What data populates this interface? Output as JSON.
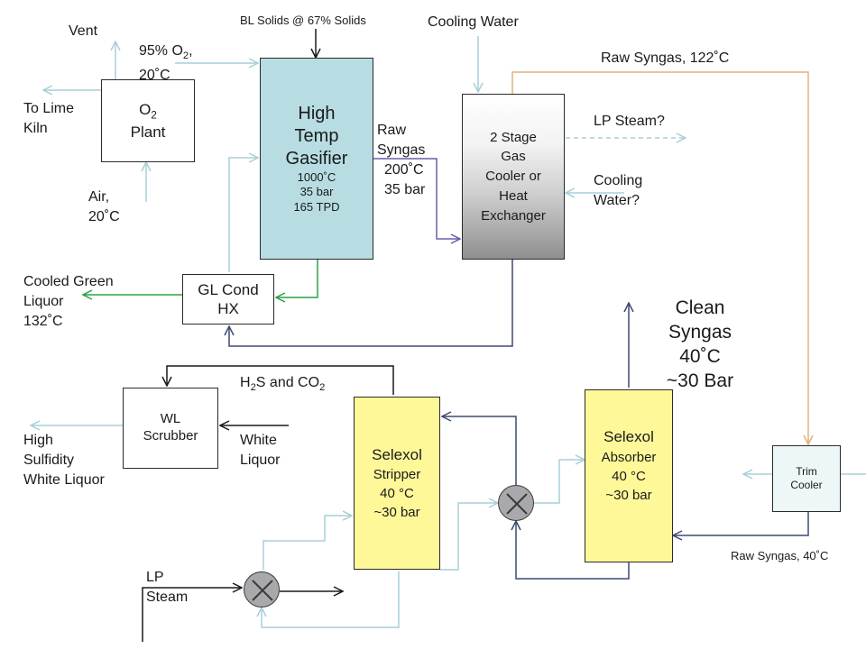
{
  "labels": {
    "vent": "Vent",
    "bl_solids": "BL Solids @ 67% Solids",
    "cooling_water_top": "Cooling Water",
    "o2_feed": [
      "95% O",
      "2",
      ",",
      "20˚C"
    ],
    "raw_syngas_122": "Raw Syngas, 122˚C",
    "to_lime_kiln": [
      "To Lime",
      "Kiln"
    ],
    "air": [
      "Air,",
      "20˚C"
    ],
    "raw_syngas_200": [
      "Raw",
      "Syngas",
      "200˚C",
      "35 bar"
    ],
    "lp_steam_q": "LP Steam?",
    "cooling_water_q": [
      "Cooling",
      "Water?"
    ],
    "cooled_green_liquor": [
      "Cooled Green",
      "Liquor",
      "132˚C"
    ],
    "clean_syngas": [
      "Clean",
      "Syngas",
      "40˚C",
      "~30 Bar"
    ],
    "h2s_co2": [
      "H",
      "2",
      "S and CO",
      "2"
    ],
    "high_sulfidity": [
      "High",
      "Sulfidity",
      "White Liquor"
    ],
    "white_liquor": [
      "White",
      "Liquor"
    ],
    "lp_steam": [
      "LP",
      "Steam"
    ],
    "raw_syngas_40": "Raw Syngas, 40˚C"
  },
  "units": {
    "o2_plant": [
      "O",
      "2",
      "Plant"
    ],
    "gasifier": {
      "name": [
        "High",
        "Temp",
        "Gasifier"
      ],
      "specs": [
        "1000˚C",
        "35 bar",
        "165 TPD"
      ]
    },
    "gas_cooler": [
      "2 Stage",
      "Gas",
      "Cooler or",
      "Heat",
      "Exchanger"
    ],
    "gl_cond": [
      "GL Cond",
      "HX"
    ],
    "wl_scrubber": [
      "WL",
      "Scrubber"
    ],
    "stripper": {
      "name": "Selexol",
      "specs": [
        "Stripper",
        "40 °C",
        "~30 bar"
      ]
    },
    "absorber": {
      "name": "Selexol",
      "specs": [
        "Absorber",
        "40 °C",
        "~30 bar"
      ]
    },
    "trim_cooler": [
      "Trim",
      "Cooler"
    ]
  },
  "colors": {
    "gasifier_fill": "#b7dde3",
    "selexol_fill": "#fff899",
    "trim_fill": "#eef7f7",
    "stream_light": "#a9cfd9",
    "stream_green": "#2ea043",
    "stream_purple": "#6a5fae",
    "stream_orange": "#e2b27c",
    "stream_dark": "#3d4a73",
    "stream_black": "#1a1a1a"
  }
}
